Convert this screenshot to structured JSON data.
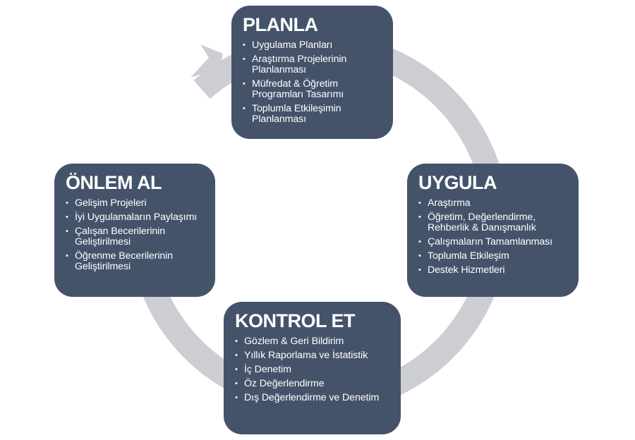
{
  "colors": {
    "box_fill": "#44536a",
    "ring": "#cdced3",
    "text": "#ffffff"
  },
  "stages": {
    "planla": {
      "title": "PLANLA",
      "items": [
        "Uygulama Planları",
        "Araştırma Projelerinin Planlanması",
        "Müfredat & Öğretim Programları Tasarımı",
        "Toplumla Etkileşimin Planlanması"
      ]
    },
    "uygula": {
      "title": "UYGULA",
      "items": [
        "Araştırma",
        "Öğretim, Değerlendirme, Rehberlik & Danışmanlık",
        "Çalışmaların Tamamlanması",
        "Toplumla Etkileşim",
        "Destek Hizmetleri"
      ]
    },
    "kontrol": {
      "title": "KONTROL ET",
      "items": [
        "Gözlem & Geri Bildirim",
        "Yıllık Raporlama ve İstatistik",
        "İç Denetim",
        "Öz Değerlendirme",
        "Dış Değerlendirme ve Denetim"
      ]
    },
    "onlem": {
      "title": "ÖNLEM AL",
      "items": [
        "Gelişim Projeleri",
        "İyi Uygulamaların Paylaşımı",
        "Çalışan Becerilerinin Geliştirilmesi",
        "Öğrenme Becerilerinin Geliştirilmesi"
      ]
    }
  },
  "bullet_glyph": "•",
  "cycle_direction": "clockwise"
}
